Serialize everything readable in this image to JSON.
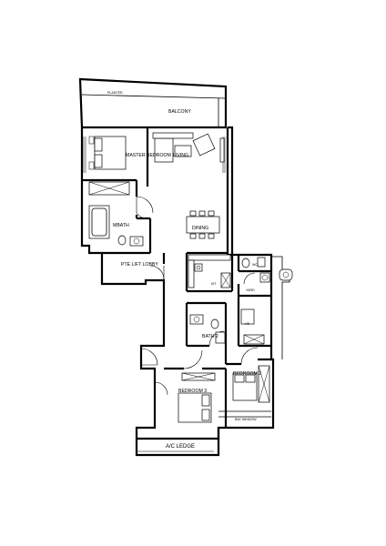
{
  "plan": {
    "labels": {
      "planter": "PLANTER",
      "balcony": "BALCONY",
      "master_bedroom": "MASTER BEDROOM",
      "living": "LIVING",
      "dining": "DINING",
      "mbath": "MBATH",
      "pte_lift_lobby": "PTE LIFT LOBBY",
      "wc": "WC",
      "kit": "KIT",
      "yard": "YARD",
      "hs": "HS",
      "bath2": "BATH 2",
      "bedroom2": "BEDROOM 2",
      "bedroom3": "BEDROOM 3",
      "bay_window": "BAY WINDOW",
      "ac_ledge": "A/C LEDGE"
    }
  }
}
